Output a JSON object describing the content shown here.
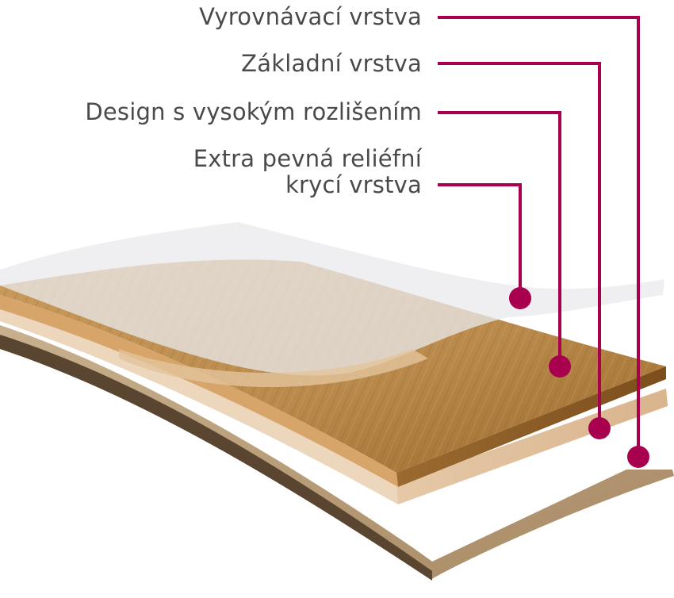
{
  "accent_color": "#a8004f",
  "layers": [
    {
      "id": "balance",
      "label": "Vyrovnávací vrstva"
    },
    {
      "id": "core",
      "label": "Základní vrstva"
    },
    {
      "id": "design",
      "label": "Design s vysokým rozlišením"
    },
    {
      "id": "wear",
      "label_line1": "Extra pevná reliéfní",
      "label_line2": "krycí vrstva"
    }
  ]
}
